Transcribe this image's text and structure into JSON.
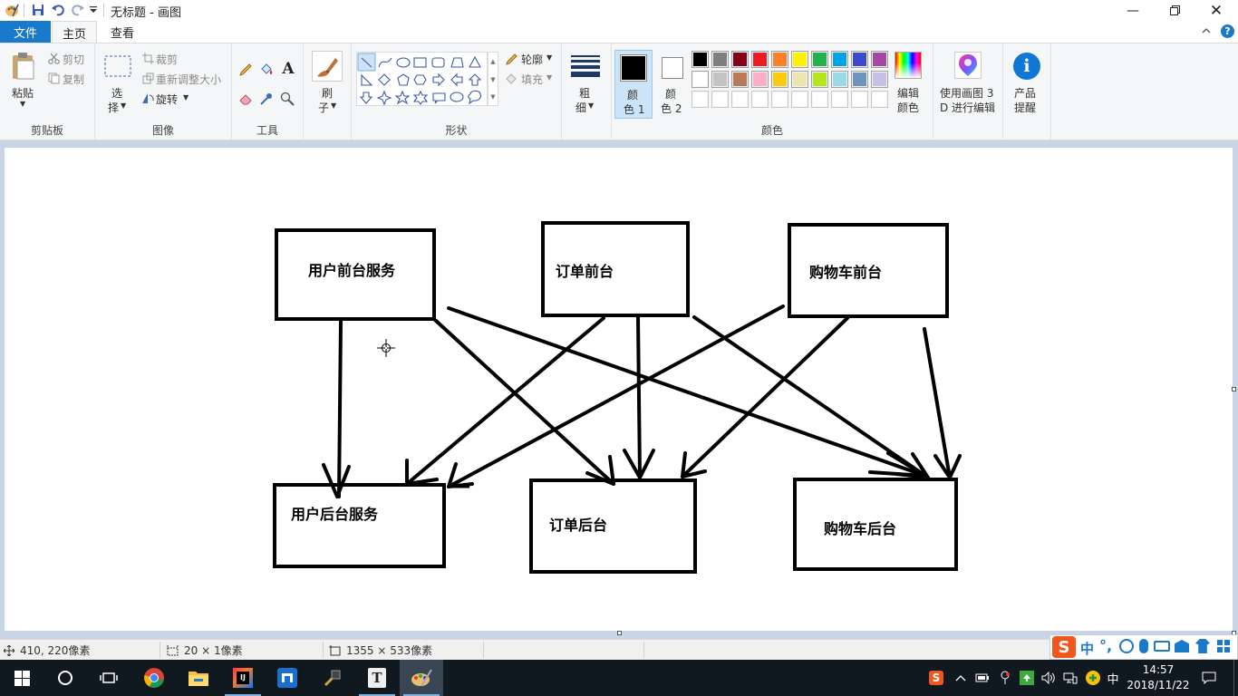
{
  "window": {
    "title": "无标题 - 画图"
  },
  "tabs": {
    "file": "文件",
    "home": "主页",
    "view": "查看"
  },
  "ribbon": {
    "clipboard": {
      "paste": "粘贴",
      "cut": "剪切",
      "copy": "复制",
      "group": "剪贴板"
    },
    "image": {
      "select_1": "选",
      "select_2": "择",
      "crop": "裁剪",
      "resize": "重新调整大小",
      "rotate": "旋转",
      "group": "图像"
    },
    "tools": {
      "group": "工具",
      "text_tool": "A"
    },
    "brushes": {
      "label_1": "刷",
      "label_2": "子"
    },
    "shapes": {
      "outline": "轮廓",
      "fill": "填充",
      "group": "形状"
    },
    "size": {
      "label_1": "粗",
      "label_2": "细"
    },
    "colors": {
      "color1_a": "颜",
      "color1_b": "色 1",
      "color2_a": "颜",
      "color2_b": "色 2",
      "edit_a": "编辑",
      "edit_b": "颜色",
      "group": "颜色",
      "palette_row1": [
        "#000000",
        "#7f7f7f",
        "#880015",
        "#ed1c24",
        "#ff7f27",
        "#fff200",
        "#22b14c",
        "#00a2e8",
        "#3f48cc",
        "#a349a4"
      ],
      "palette_row2": [
        "#ffffff",
        "#c3c3c3",
        "#b97a57",
        "#ffaec9",
        "#ffc90e",
        "#efe4b0",
        "#b5e61d",
        "#99d9ea",
        "#7092be",
        "#c8bfe7"
      ]
    },
    "paint3d": {
      "label_1": "使用画图 3",
      "label_2": "D 进行编辑"
    },
    "product": {
      "label_1": "产品",
      "label_2": "提醒"
    }
  },
  "canvas": {
    "boxes": {
      "user_front": "用户前台服务",
      "order_front": "订单前台",
      "cart_front": "购物车前台",
      "user_back": "用户后台服务",
      "order_back": "订单后台",
      "cart_back": "购物车后台"
    }
  },
  "statusbar": {
    "cursor_pos": "410, 220像素",
    "selection_size": "20 × 1像素",
    "canvas_size": "1355 × 533像素"
  },
  "taskbar": {
    "ime_tray": "中",
    "clock_time": "14:57",
    "clock_date": "2018/11/22"
  },
  "ime": {
    "mode": "中"
  }
}
